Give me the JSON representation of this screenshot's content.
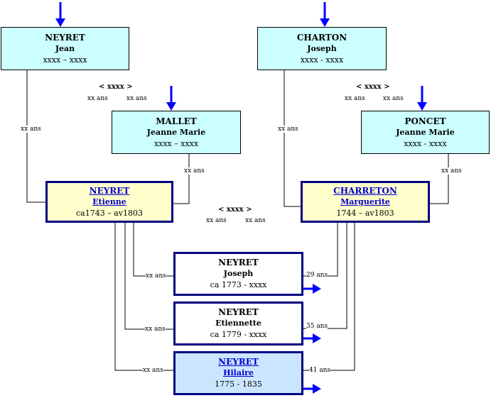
{
  "colors": {
    "grandparent_fill": "#ccffff",
    "parent_fill": "#ffffcc",
    "focus_fill": "#cce5ff",
    "border_navy": "#000080",
    "arrow": "#0000ff",
    "link": "#0000cc"
  },
  "grandparents": {
    "paternal_father": {
      "surname": "NEYRET",
      "given": "Jean",
      "dates": "xxxx – xxxx"
    },
    "maternal_father": {
      "surname": "CHARTON",
      "given": "Joseph",
      "dates": "xxxx - xxxx"
    },
    "paternal_mother": {
      "surname": "MALLET",
      "given": "Jeanne Marie",
      "dates": "xxxx – xxxx"
    },
    "maternal_mother": {
      "surname": "PONCET",
      "given": "Jeanne Marie",
      "dates": "xxxx - xxxx"
    }
  },
  "parents": {
    "father": {
      "surname": "NEYRET",
      "given": "Etienne",
      "dates": "ca1743 – av1803"
    },
    "mother": {
      "surname": "CHARRETON",
      "given": "Marguerite",
      "dates": "1744 – av1803"
    }
  },
  "children": [
    {
      "surname": "NEYRET",
      "given": "Joseph",
      "dates": "ca 1773 - xxxx"
    },
    {
      "surname": "NEYRET",
      "given": "Etiennette",
      "dates": "ca 1779 - xxxx"
    },
    {
      "surname": "NEYRET",
      "given": "Hilaire",
      "dates": "1775 - 1835"
    }
  ],
  "marriages": {
    "left": {
      "year": "< xxxx >",
      "age_husband": "xx ans",
      "age_wife": "xx ans"
    },
    "right": {
      "year": "< xxxx >",
      "age_husband": "xx ans",
      "age_wife": "xx ans"
    },
    "center": {
      "year": "< xxxx >",
      "age_husband": "xx ans",
      "age_wife": "xx ans"
    }
  },
  "ages": {
    "father_from_jean": "xx ans",
    "father_from_mallet": "xx ans",
    "mother_from_charton": "xx ans",
    "mother_from_poncet": "xx ans",
    "father_at_child1": "xx ans",
    "father_at_child2": "xx ans",
    "father_at_child3": "xx ans",
    "mother_at_child1": "29 ans",
    "mother_at_child2": "35 ans",
    "mother_at_child3": "41 ans"
  }
}
